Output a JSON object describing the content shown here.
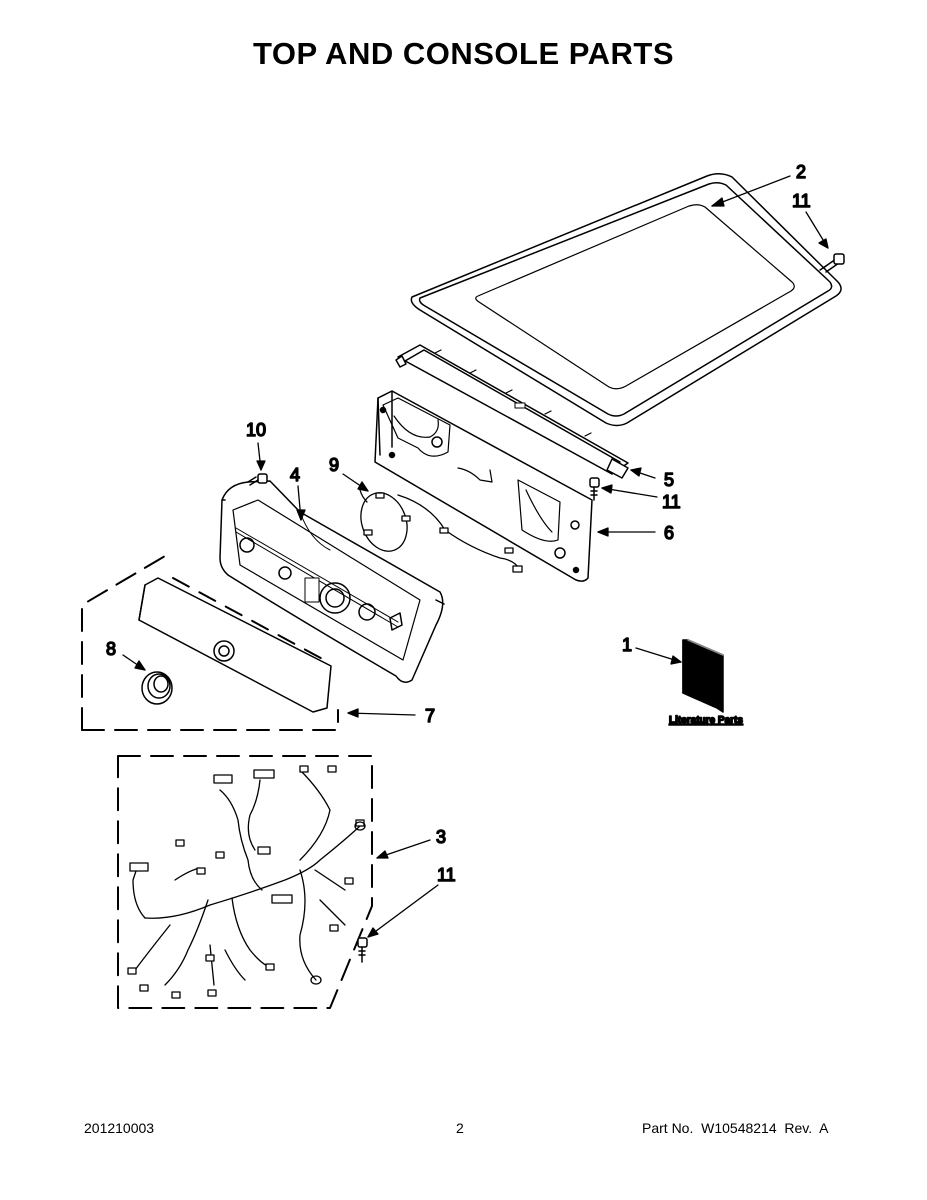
{
  "title": "TOP AND CONSOLE PARTS",
  "callouts": {
    "top": "2",
    "top_screw": "11",
    "console_bracket": "5",
    "bracket_screw": "11",
    "control_panel_bracket": "6",
    "console": "4",
    "console_screw": "10",
    "harness_small": "9",
    "literature": "1",
    "knob": "8",
    "overlay": "7",
    "wire_harness": "3",
    "harness_screw": "11"
  },
  "literature_label": "Literature Parts",
  "footer": {
    "left": "201210003",
    "center": "2",
    "right": "Part No.  W10548214  Rev.  A"
  }
}
